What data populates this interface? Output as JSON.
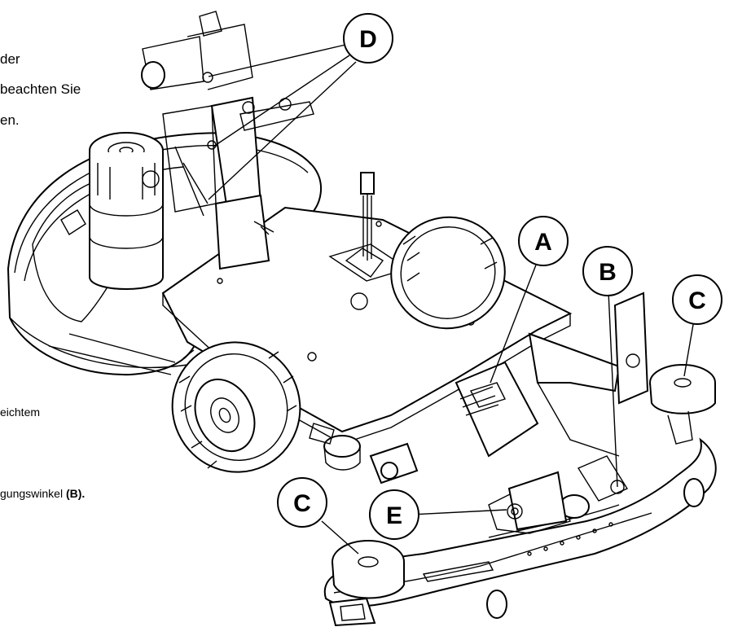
{
  "text_fragments": {
    "line1": "der",
    "line2": "beachten Sie",
    "line3": "en.",
    "line4": "eichtem",
    "line5_prefix": "gungswinkel ",
    "line5_bold": "(B)."
  },
  "callouts": {
    "a": "A",
    "b": "B",
    "c_right": "C",
    "c_left": "C",
    "d": "D",
    "e": "E"
  }
}
